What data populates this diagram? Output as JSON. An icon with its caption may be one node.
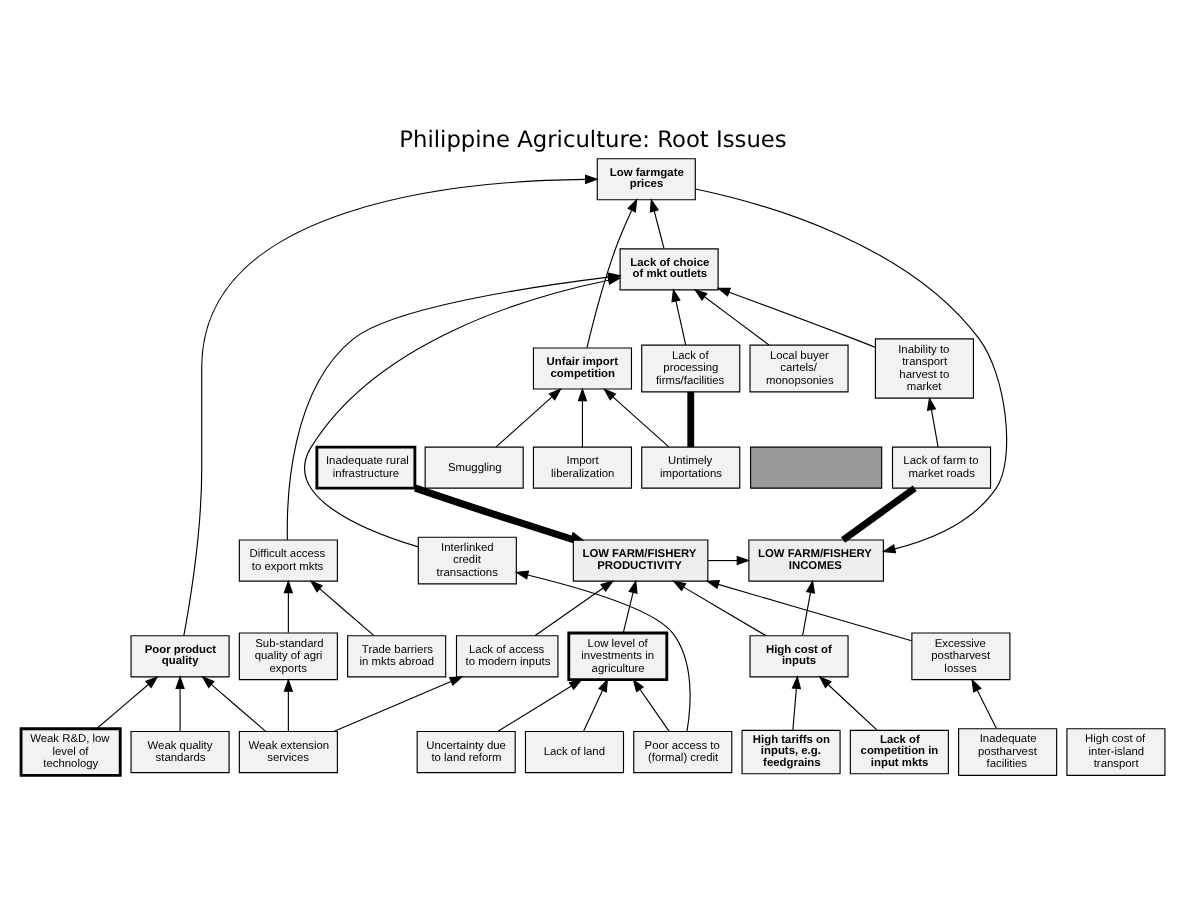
{
  "diagram": {
    "title": "Philippine Agriculture: Root Issues",
    "nodes": [
      {
        "text": [],
        "shape": "box"
      },
      {
        "text": [
          "LOW FARM/FISHERY PRODUCTIVITY"
        ]
      },
      {
        "text": [
          "LOW FARM/FISHERY INCOMES"
        ]
      },
      {
        "text": [
          "High cost of inputs"
        ]
      },
      {
        "text": [
          "Low farmgate prices"
        ]
      },
      {
        "text": [
          "Lack of access to modern inputs"
        ]
      },
      {
        "text": [
          "High tariffs on inputs, e.g. feedgrains"
        ]
      },
      {
        "text": [
          "Poor product quality"
        ]
      },
      {
        "text": [
          "Unfair import competition"
        ]
      },
      {
        "text": [
          "Lack of choice of mkt outlets"
        ]
      },
      {
        "text": [
          "Weak R&D, low level of technology"
        ]
      },
      {
        "text": [
          "Lack of competition in input mkts"
        ]
      },
      {
        "text": [
          "Weak quality standards"
        ]
      },
      {
        "text": [
          "Smuggling"
        ]
      },
      {
        "text": [
          "Inability to transport harvest to market"
        ]
      },
      {
        "text": [
          "Lack of farm to market roads"
        ]
      },
      {
        "text": [
          "Inadequate rural infrastructure"
        ]
      },
      {
        "text": [
          "Uncertainty due to land reform"
        ]
      },
      {
        "text": [
          "Import liberalization"
        ]
      },
      {
        "text": [
          "Low level of investments in agriculture"
        ]
      },
      {
        "text": [
          "Untimely importations"
        ]
      },
      {
        "text": [
          "Interlinked credit transactions"
        ]
      },
      {
        "text": [
          "Poor access to (formal) credit"
        ]
      },
      {
        "text": [
          "Excessive postharvest losses"
        ]
      },
      {
        "text": [
          "Lack of land"
        ]
      },
      {
        "text": [
          "High cost of inter-island transport"
        ]
      },
      {
        "text": [
          "Lack of processing firms/facilities"
        ]
      },
      {
        "text": [
          "Weak extension services"
        ]
      },
      {
        "text": [
          "Trade barriers in mkts abroad"
        ]
      },
      {
        "text": [
          "Inadequate postharvest facilities"
        ]
      },
      {
        "text": [
          "Difficult access to export mkts"
        ]
      },
      {
        "text": [
          "Sub-standard quality of agri exports"
        ]
      },
      {
        "text": [
          "Local buyer cartels/ monopsonies"
        ]
      }
    ],
    "edges": [
      {
        "from": 1,
        "to": 2,
        "arrow": "to"
      },
      {
        "from": 3,
        "to": 1,
        "arrow": "to"
      },
      {
        "from": 3,
        "to": 2,
        "arrow": "to"
      },
      {
        "from": 7,
        "to": 4,
        "arrow": "to"
      },
      {
        "from": 4,
        "to": 2,
        "arrow": "to"
      },
      {
        "from": 5,
        "to": 1,
        "arrow": "to"
      },
      {
        "from": 16,
        "to": 1,
        "arrow": "to"
      },
      {
        "from": 23,
        "to": 1,
        "arrow": "to"
      },
      {
        "from": 19,
        "to": 1,
        "arrow": "to"
      },
      {
        "from": 6,
        "to": 3,
        "arrow": "to"
      },
      {
        "from": 11,
        "to": 3,
        "arrow": "to"
      },
      {
        "from": 8,
        "to": 4,
        "arrow": "to"
      },
      {
        "from": 9,
        "to": 4,
        "arrow": "to"
      },
      {
        "from": 13,
        "to": 8,
        "arrow": "to"
      },
      {
        "from": 18,
        "to": 8,
        "arrow": "to"
      },
      {
        "from": 20,
        "to": 8,
        "arrow": "to"
      },
      {
        "from": 14,
        "to": 9,
        "arrow": "to"
      },
      {
        "from": 21,
        "to": 9,
        "arrow": "to"
      },
      {
        "from": 26,
        "to": 9,
        "arrow": "to"
      },
      {
        "from": 32,
        "to": 9,
        "arrow": "to"
      },
      {
        "from": 30,
        "to": 9,
        "arrow": "to"
      },
      {
        "from": 15,
        "to": 14,
        "arrow": "to"
      },
      {
        "from": 22,
        "to": 21,
        "arrow": "to"
      },
      {
        "from": 22,
        "to": 19,
        "arrow": "to"
      },
      {
        "from": 17,
        "to": 19,
        "arrow": "to"
      },
      {
        "from": 24,
        "to": 19,
        "arrow": "to"
      },
      {
        "from": 12,
        "to": 7,
        "arrow": "to"
      },
      {
        "from": 10,
        "to": 7,
        "arrow": "to"
      },
      {
        "from": 27,
        "to": 7,
        "arrow": "to"
      },
      {
        "from": 27,
        "to": 5,
        "arrow": "to"
      },
      {
        "from": 29,
        "to": 23,
        "arrow": "to"
      },
      {
        "from": 28,
        "to": 30,
        "arrow": "to"
      },
      {
        "from": 31,
        "to": 30,
        "arrow": "to"
      },
      {
        "from": 27,
        "to": 31,
        "arrow": "to"
      },
      {
        "from": 2,
        "to": 15,
        "arrow": "none",
        "style": "thick"
      },
      {
        "from": 1,
        "to": 16,
        "arrow": "none",
        "style": "thick"
      },
      {
        "from": 20,
        "to": 26,
        "arrow": "none",
        "style": "thick"
      }
    ]
  }
}
